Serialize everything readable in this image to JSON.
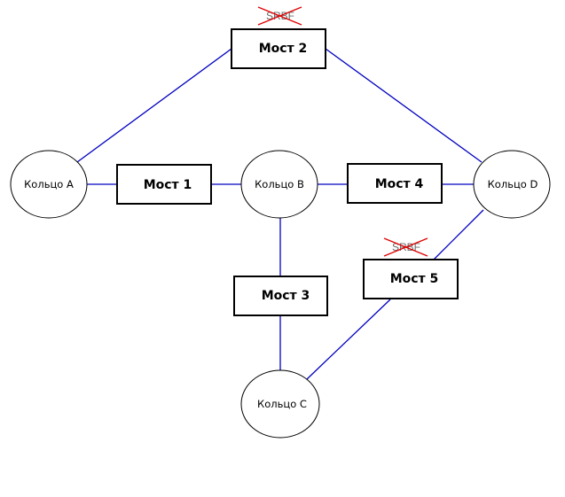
{
  "rings": {
    "a": "Кольцо A",
    "b": "Кольцо B",
    "c": "Кольцо C",
    "d": "Кольцо D"
  },
  "bridges": {
    "m1": "Мост 1",
    "m2": "Мост 2",
    "m3": "Мост 3",
    "m4": "Мост 4",
    "m5": "Мост 5"
  },
  "blocked_marks": {
    "m2": "SRBF",
    "m5": "SRBF"
  },
  "colors": {
    "link": "#0000c0",
    "cross": "#e00000"
  }
}
